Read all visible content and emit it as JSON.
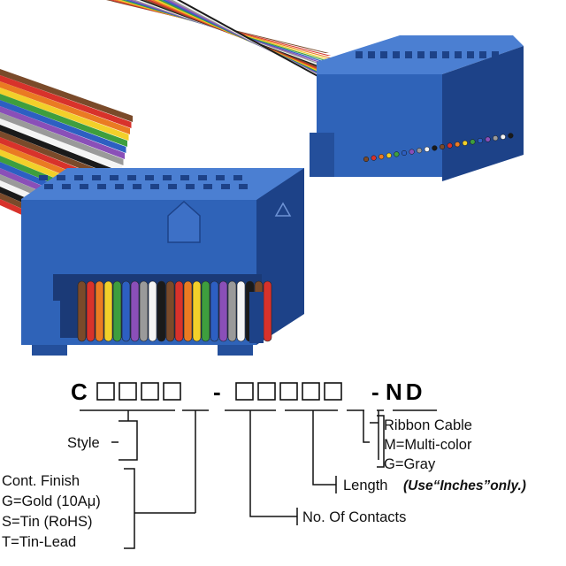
{
  "part_number": {
    "prefix": "C",
    "box_glyph": "□",
    "dash": "-",
    "suffix": "ND",
    "group1_boxes": 4,
    "group2_boxes": 5
  },
  "callouts": {
    "style": "Style",
    "finish_title": "Cont. Finish",
    "finish_gold": "G=Gold (10Aμ)",
    "finish_tin": "S=Tin (RoHS)",
    "finish_tinlead": "T=Tin-Lead",
    "contacts": "No. Of Contacts",
    "length": "Length",
    "length_note": "(Use“Inches”only.)",
    "cable_title": "Ribbon Cable",
    "cable_multi": "M=Multi-color",
    "cable_gray": "G=Gray"
  },
  "colors": {
    "connector_blue": "#2f63b8",
    "connector_dark": "#1d4288",
    "connector_light": "#4b7fd2",
    "ribbon_wires": [
      "#7a4a2a",
      "#d8322b",
      "#ea7b22",
      "#f2d02a",
      "#3e9e3e",
      "#2d5fc2",
      "#8a4fb8",
      "#9a9a9a",
      "#f4f4f4",
      "#1a1a1a"
    ]
  }
}
